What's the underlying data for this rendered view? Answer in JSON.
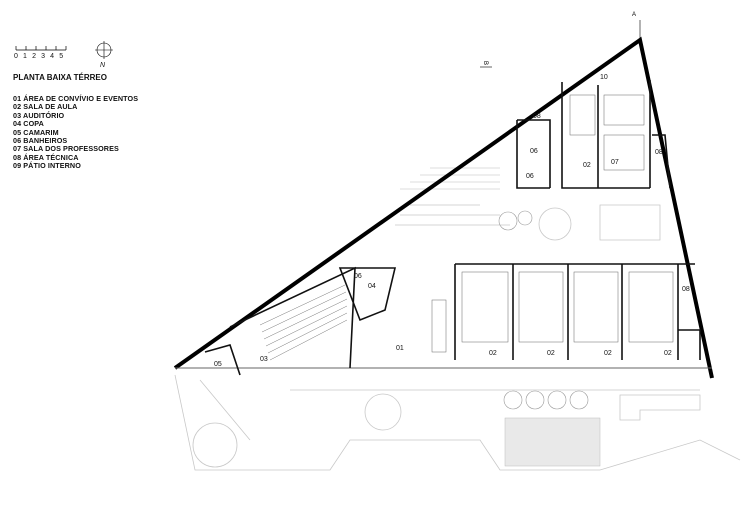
{
  "plan_title": "PLANTA BAIXA TÉRREO",
  "scale_bar": {
    "numbers": "0 1 2 3 4 5"
  },
  "north_label": "N",
  "legend": [
    "01 ÁREA DE CONVÍVIO E EVENTOS",
    "02 SALA DE AULA",
    "03 AUDITÓRIO",
    "04 COPA",
    "05 CAMARIM",
    "06 BANHEIROS",
    "07 SALA DOS PROFESSORES",
    "08 ÁREA TÉCNICA",
    "09 PÁTIO INTERNO"
  ],
  "section_markers": {
    "a": "A",
    "b": "B"
  },
  "room_labels": {
    "r10": "10",
    "r08_top": "08",
    "r06_top": "06",
    "r06_small": "06",
    "r02_top": "02",
    "r07": "07",
    "r08_right": "08",
    "r06_mid": "06",
    "r04": "04",
    "r01": "01",
    "r03": "03",
    "r05": "05",
    "r02_a": "02",
    "r02_b": "02",
    "r02_c": "02",
    "r02_d": "02",
    "r08_mid": "08"
  }
}
